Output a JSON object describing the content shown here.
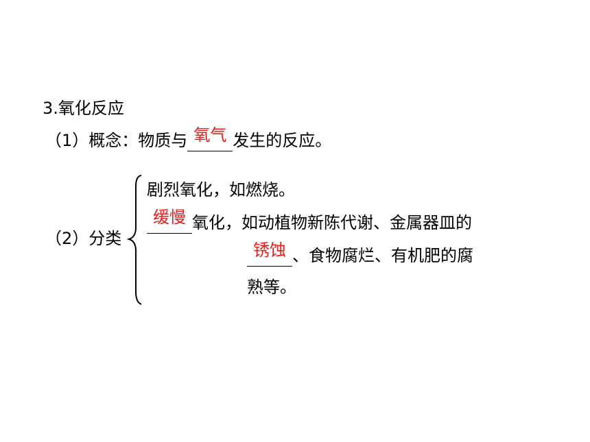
{
  "section_title": "3.氧化反应",
  "concept": {
    "label": "（1）概念：",
    "text_before": "物质与",
    "answer": "氧气",
    "text_after": "发生的反应。"
  },
  "classification": {
    "label": "（2）分类",
    "item1": "剧烈氧化，如燃烧。",
    "item2_answer": "缓慢",
    "item2_text": "氧化，如动植物新陈代谢、金属器皿的",
    "item2_answer2": "锈蚀",
    "item2_text2": "、食物腐烂、有机肥的腐",
    "item2_text3": "熟等。"
  }
}
